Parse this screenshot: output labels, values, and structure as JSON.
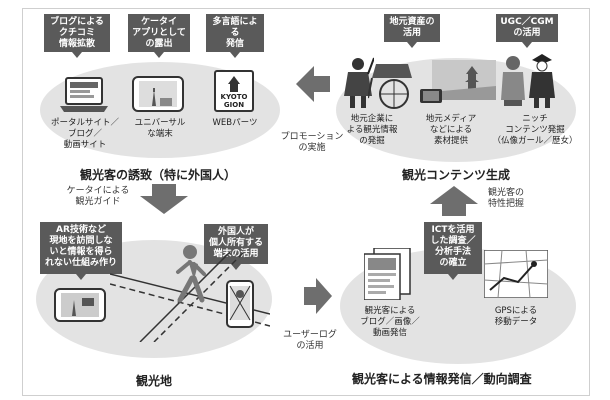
{
  "top_left": {
    "callouts": [
      "ブログによる\nクチコミ\n情報拡散",
      "ケータイ\nアプリとして\nの露出",
      "多言語によ\nる\n発信"
    ],
    "items": [
      "ポータルサイト／\nブログ／\n動画サイト",
      "ユニバーサル\nな端末",
      "WEBパーツ"
    ],
    "badge": "KYOTO\nGION",
    "title": "観光客の誘致（特に外国人）"
  },
  "top_right": {
    "callouts": [
      "地元資産の\n活用",
      "UGC／CGM\nの活用"
    ],
    "items": [
      "地元企業に\nよる観光情報\nの発掘",
      "地元メディア\nなどによる\n素材提供",
      "ニッチ\nコンテンツ発掘\n（仏像ガール／歴女）"
    ],
    "title": "観光コンテンツ生成"
  },
  "bottom_left": {
    "callouts": [
      "AR技術など\n現地を訪問しな\nいと情報を得ら\nれない仕組み作り",
      "外国人が\n個人所有する\n端末の活用"
    ],
    "title": "観光地"
  },
  "bottom_right": {
    "callouts": [
      "ICTを活用\nした調査／\n分析手法\nの確立"
    ],
    "items": [
      "観光客による\nブログ／画像／\n動画発信",
      "GPSによる\n移動データ"
    ],
    "title": "観光客による情報発信／動向調査"
  },
  "arrows": {
    "promotion": "プロモーション\nの実施",
    "guide": "ケータイによる\n観光ガイド",
    "userlog": "ユーザーログ\nの活用",
    "traits": "観光客の\n特性把握"
  },
  "colors": {
    "callout": "#5a5a5a",
    "ellipse": "#e3e3e3",
    "arrow": "#6e6e6e"
  }
}
